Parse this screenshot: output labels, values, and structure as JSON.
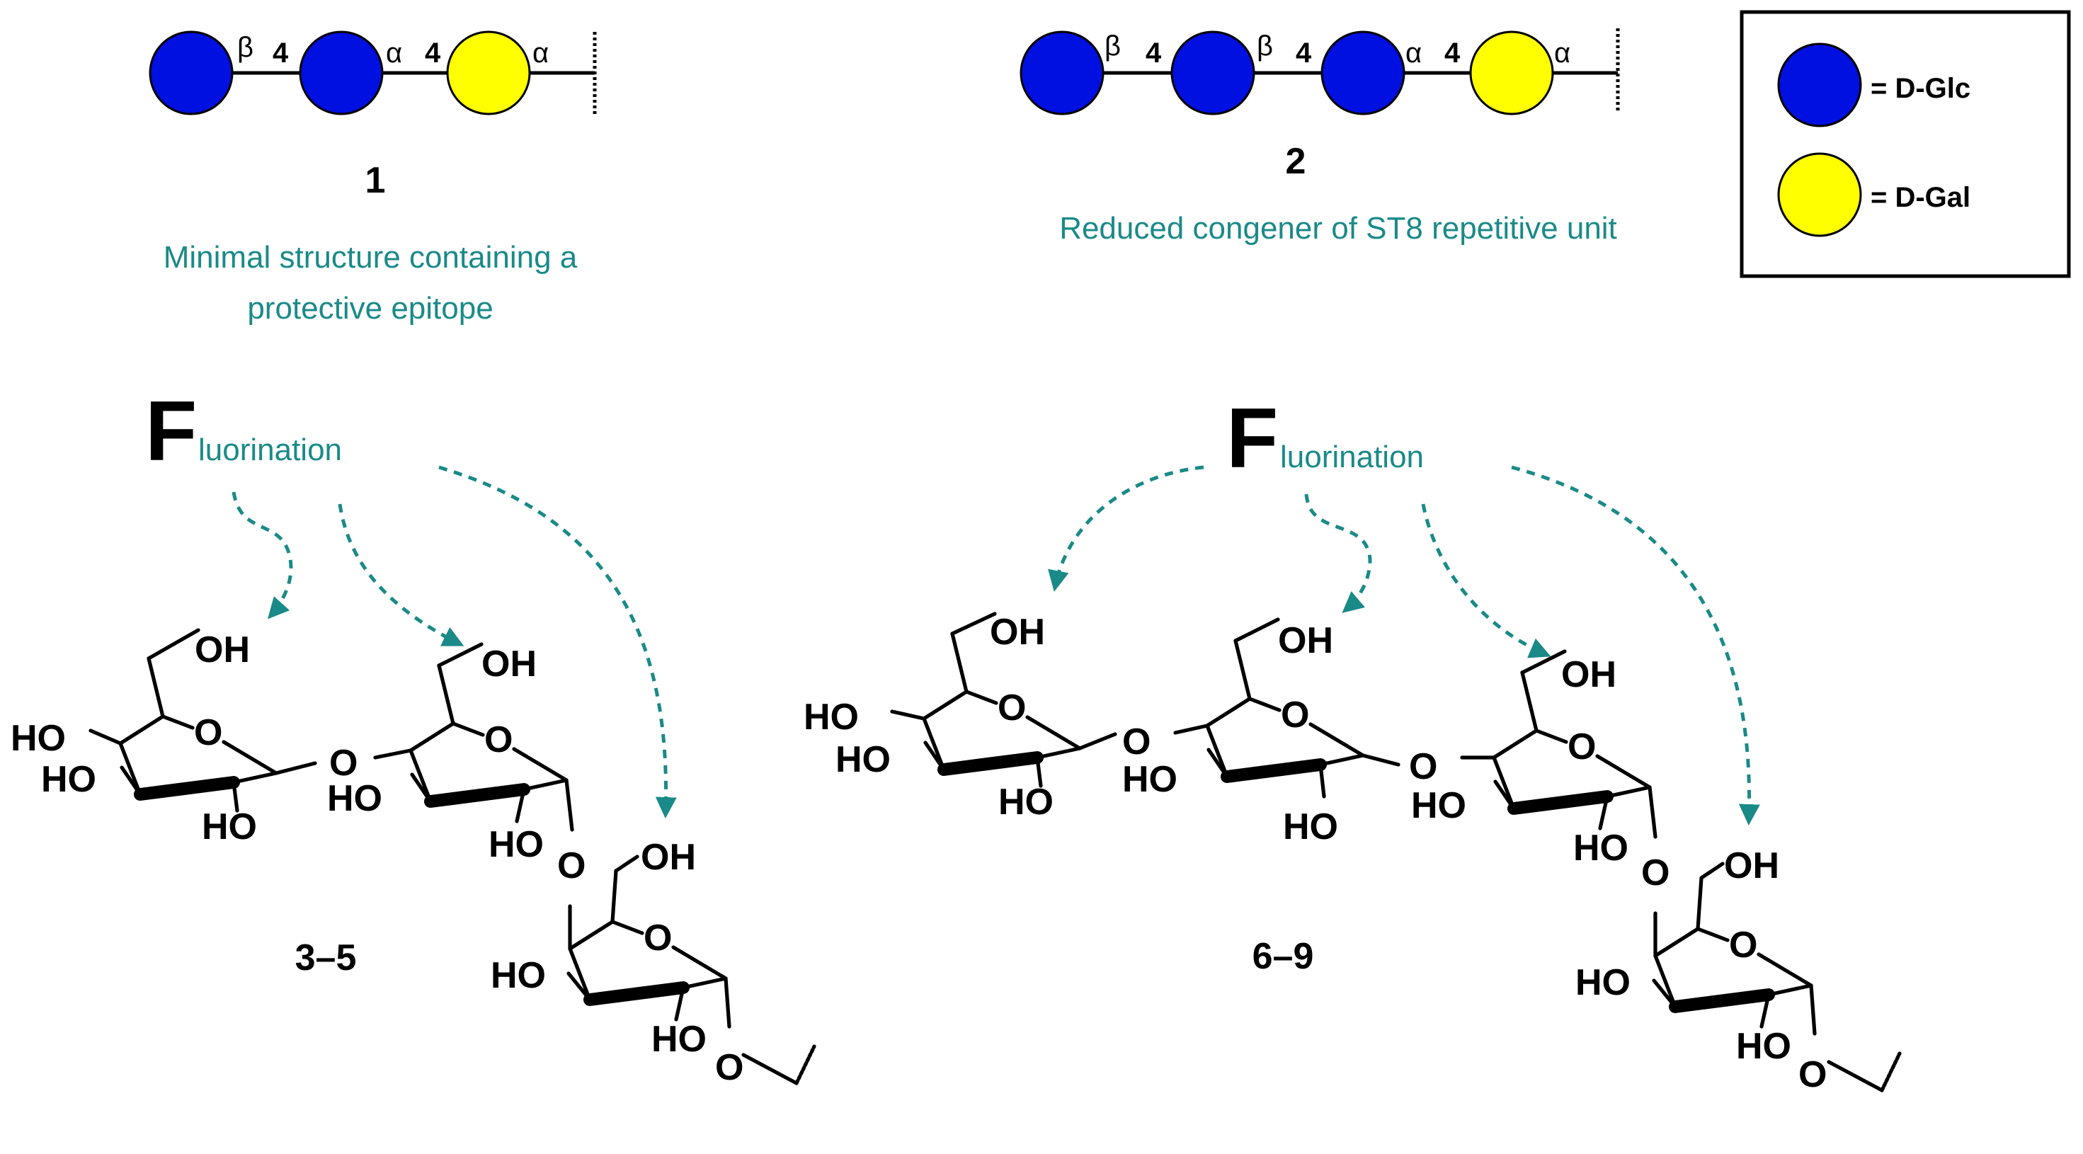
{
  "colors": {
    "glc": "#0010e0",
    "gal": "#ffff00",
    "annotation": "#1a8a88"
  },
  "symbols": {
    "s1": {
      "label": "1",
      "links": [
        "β",
        "4",
        "α",
        "4",
        "α"
      ],
      "caption_lines": [
        "Minimal structure containing a",
        "protective epitope"
      ]
    },
    "s2": {
      "label": "2",
      "links": [
        "β",
        "4",
        "β",
        "4",
        "α",
        "4",
        "α"
      ],
      "caption_lines": [
        "Reduced congener of ST8 repetitive unit"
      ]
    }
  },
  "legend": {
    "glc": "= D-Glc",
    "gal": "= D-Gal"
  },
  "fluorination": {
    "big_letter": "F",
    "rest": "luorination"
  },
  "compounds": {
    "left": "3–5",
    "right": "6–9"
  },
  "atoms": {
    "oh": "OH",
    "ho": "HO",
    "o": "O"
  }
}
